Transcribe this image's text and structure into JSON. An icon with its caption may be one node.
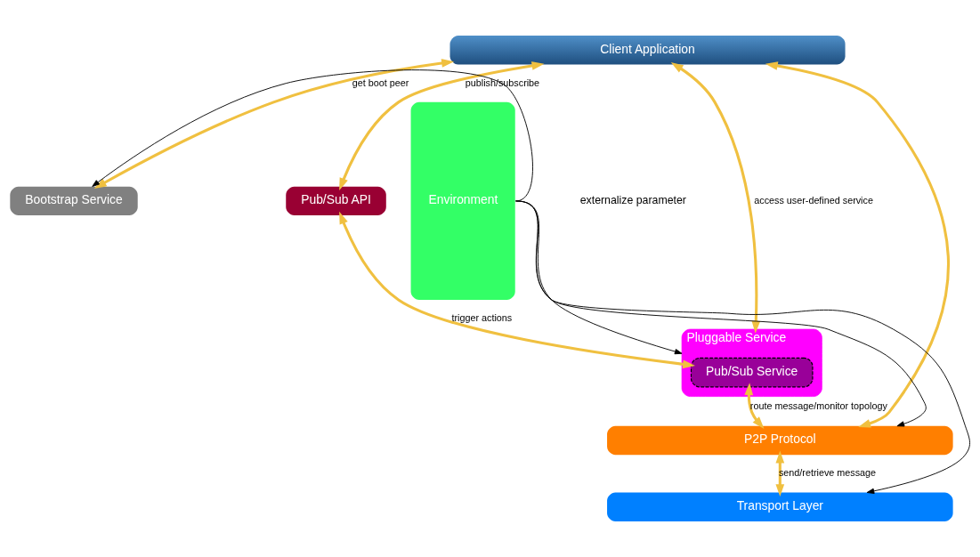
{
  "diagram": {
    "nodes": [
      {
        "text": [
          "Client Application"
        ]
      },
      {
        "text": [
          "Bootstrap Service"
        ]
      },
      {
        "text": [
          "Pub/Sub API"
        ]
      },
      {
        "text": [
          "Environment"
        ]
      },
      {
        "text": [
          "Pluggable Service"
        ]
      },
      {
        "text": [
          "Pub/Sub Service"
        ],
        "in": 4
      },
      {
        "text": [
          "P2P Protocol"
        ]
      },
      {
        "text": [
          "Transport Layer"
        ]
      }
    ],
    "edges": [
      {
        "from": 0,
        "to": 1,
        "arrow": "both",
        "label": "get boot peer"
      },
      {
        "from": 0,
        "to": 6,
        "arrow": "both"
      },
      {
        "from": 0,
        "to": 4,
        "arrow": "both",
        "label": "access user-defined service"
      },
      {
        "from": 0,
        "to": 2,
        "arrow": "both",
        "label": "publish/subscribe"
      },
      {
        "from": 2,
        "to": 5,
        "arrow": "both",
        "label": "trigger actions"
      },
      {
        "from": 5,
        "to": 6,
        "arrow": "both",
        "label": "route message/monitor topology"
      },
      {
        "from": 6,
        "to": 7,
        "arrow": "both",
        "label": "send/retrieve message"
      },
      {
        "from": 3,
        "to": 1,
        "arrow": "to",
        "color": "#000000"
      },
      {
        "from": 3,
        "to": 4,
        "arrow": "to",
        "color": "#000000"
      },
      {
        "from": 3,
        "to": 6,
        "arrow": "to",
        "color": "#000000"
      },
      {
        "from": 3,
        "to": 7,
        "arrow": "to",
        "color": "#000000"
      }
    ],
    "labels": [
      "externalize parameter"
    ]
  }
}
